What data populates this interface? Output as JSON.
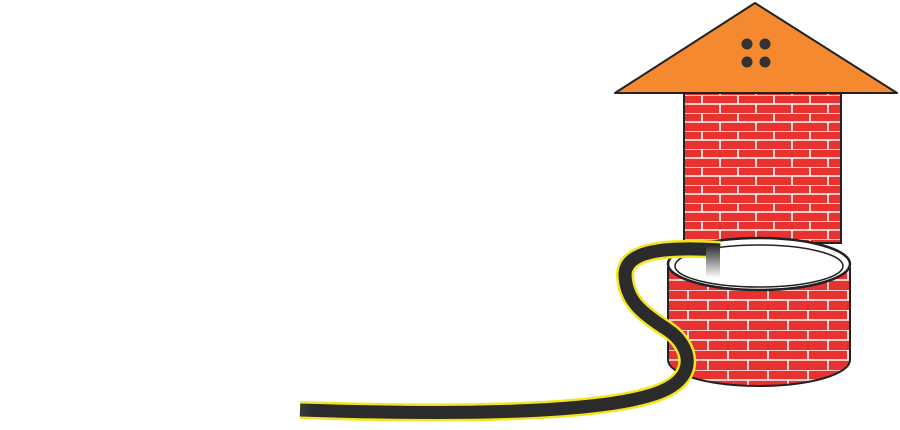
{
  "scene": {
    "subject": "brick-well-with-hose",
    "colors": {
      "background": "#ffffff",
      "roof": "#f5892f",
      "brick": "#e8322f",
      "mortar": "#ffffff",
      "outline": "#222222",
      "water_top": "#ffffff",
      "hose": "#2b2b2b",
      "hose_edge": "#f3e51c",
      "window_dots": "#333333"
    },
    "icons": [
      "roof-icon",
      "chimney-tower",
      "well-ring",
      "hose-pipe",
      "ventilation-dots-icon"
    ]
  }
}
